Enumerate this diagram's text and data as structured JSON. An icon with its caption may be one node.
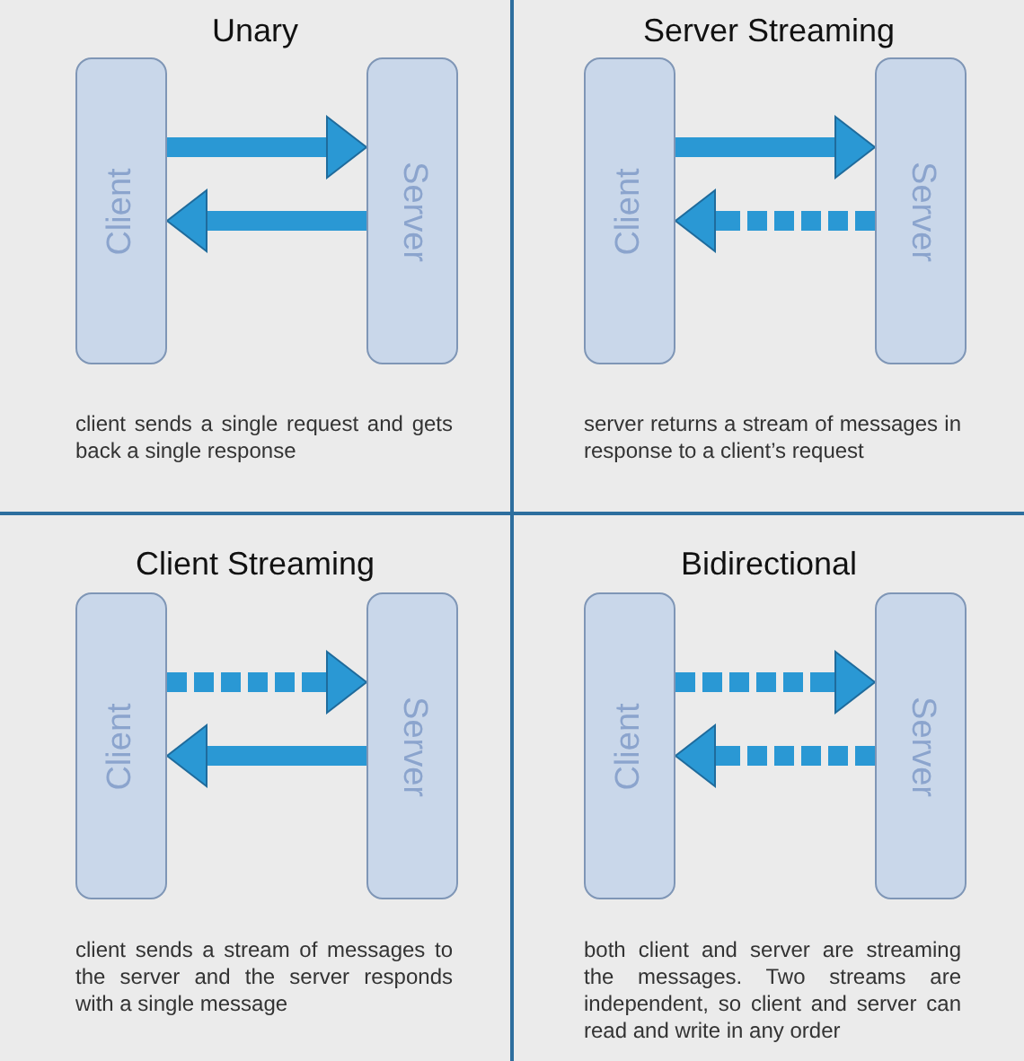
{
  "diagram": {
    "nodes": [
      {
        "text": [
          "Unary",
          "client sends a single request and gets back a single response"
        ]
      },
      {
        "text": [
          "Client"
        ],
        "in": 0
      },
      {
        "text": [
          "Server"
        ],
        "in": 0
      },
      {
        "text": [
          "Server Streaming",
          "server returns a stream of messages in response to a client’s request"
        ]
      },
      {
        "text": [
          "Client"
        ],
        "in": 3
      },
      {
        "text": [
          "Server"
        ],
        "in": 3
      },
      {
        "text": [
          "Client Streaming",
          "client sends a stream of messages to the server and the server responds with a single message"
        ]
      },
      {
        "text": [
          "Client"
        ],
        "in": 6
      },
      {
        "text": [
          "Server"
        ],
        "in": 6
      },
      {
        "text": [
          "Bidirectional",
          "both client and server are streaming the messages. Two streams are independent, so client and server can read and write in any order"
        ]
      },
      {
        "text": [
          "Client"
        ],
        "in": 9
      },
      {
        "text": [
          "Server"
        ],
        "in": 9
      }
    ],
    "edges": [
      {
        "from": 1,
        "to": 2,
        "arrow": "to"
      },
      {
        "from": 2,
        "to": 1,
        "arrow": "to"
      },
      {
        "from": 4,
        "to": 5,
        "arrow": "to"
      },
      {
        "from": 5,
        "to": 4,
        "arrow": "to",
        "style": "dashed"
      },
      {
        "from": 7,
        "to": 8,
        "arrow": "to",
        "style": "dashed"
      },
      {
        "from": 8,
        "to": 7,
        "arrow": "to"
      },
      {
        "from": 10,
        "to": 11,
        "arrow": "to",
        "style": "dashed"
      },
      {
        "from": 11,
        "to": 10,
        "arrow": "to",
        "style": "dashed"
      }
    ]
  }
}
